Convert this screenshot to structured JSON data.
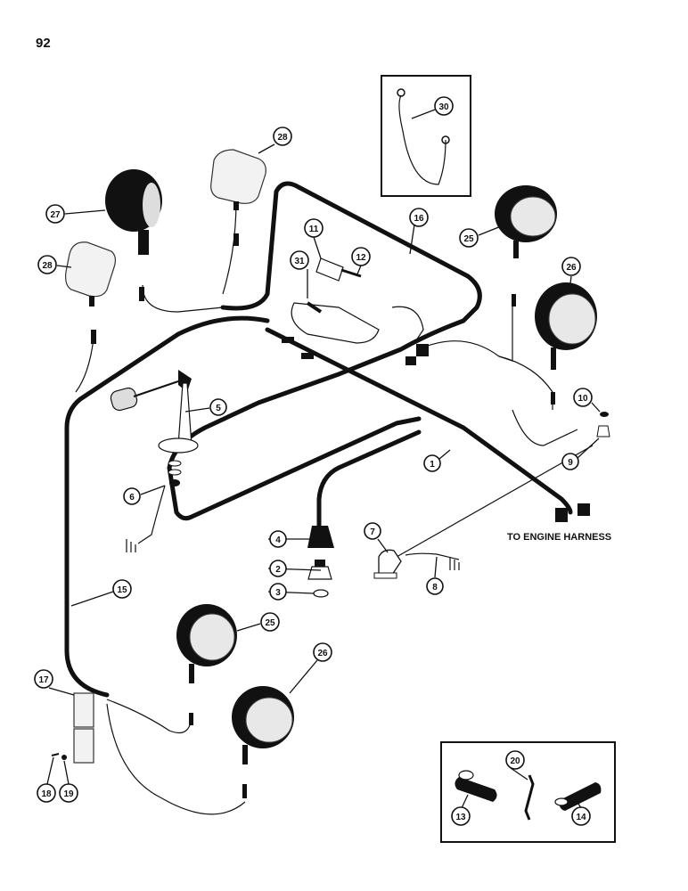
{
  "page_number": "92",
  "harness_label": "TO ENGINE HARNESS",
  "callouts": {
    "c1": "1",
    "c2": "2",
    "c3": "3",
    "c4": "4",
    "c5": "5",
    "c6": "6",
    "c7": "7",
    "c8": "8",
    "c9": "9",
    "c10": "10",
    "c11": "11",
    "c12": "12",
    "c13": "13",
    "c14": "14",
    "c15": "15",
    "c16": "16",
    "c17": "17",
    "c18": "18",
    "c19": "19",
    "c20": "20",
    "c25a": "25",
    "c25b": "25",
    "c26a": "26",
    "c26b": "26",
    "c27": "27",
    "c28a": "28",
    "c28b": "28",
    "c30": "30",
    "c31": "31"
  }
}
